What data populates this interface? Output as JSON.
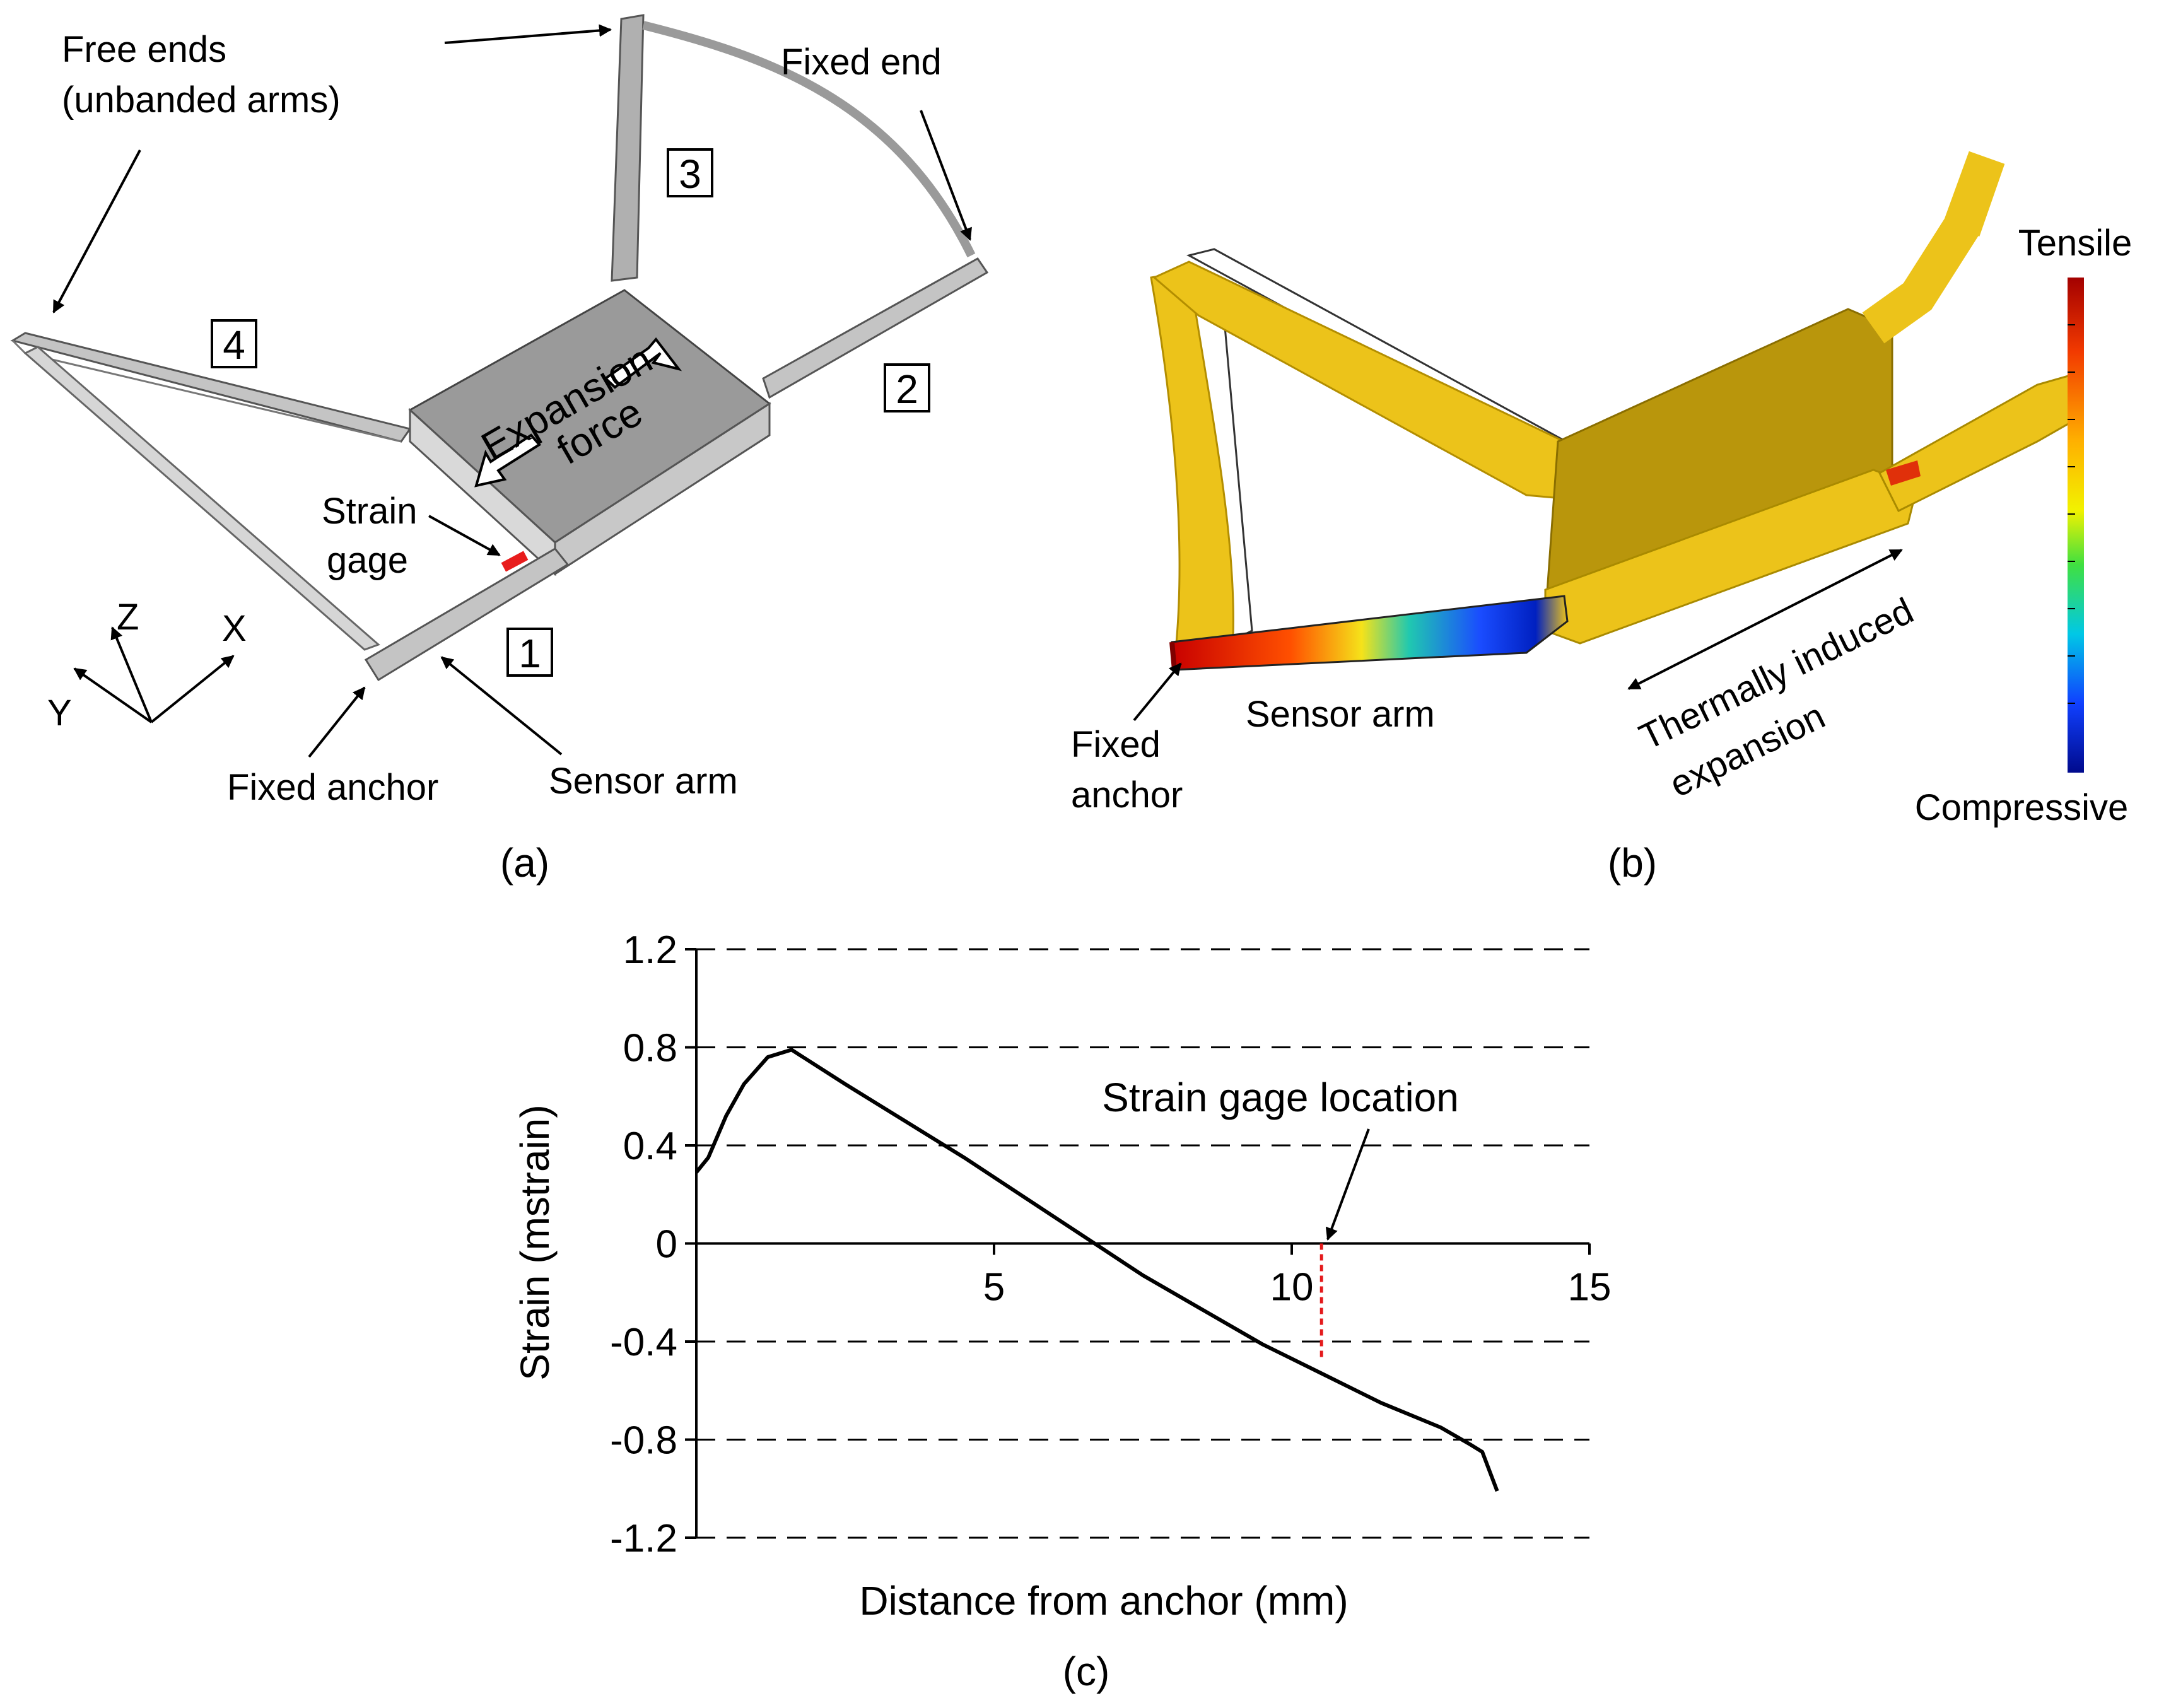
{
  "panel_a": {
    "caption": "(a)",
    "free_ends_line1": "Free ends",
    "free_ends_line2": "(unbanded arms)",
    "fixed_end": "Fixed end",
    "expansion_line1": "Expansion",
    "expansion_line2": "force",
    "strain_gage_line1": "Strain",
    "strain_gage_line2": "gage",
    "fixed_anchor": "Fixed anchor",
    "sensor_arm": "Sensor arm",
    "arm_numbers": [
      "1",
      "2",
      "3",
      "4"
    ],
    "axes": {
      "z": "Z",
      "x": "X",
      "y": "Y"
    },
    "colors": {
      "body": "#9a9a9a",
      "arm": "#c4c4c4",
      "gage": "#e81c1c"
    }
  },
  "panel_b": {
    "caption": "(b)",
    "tensile": "Tensile",
    "compressive": "Compressive",
    "fixed_anchor_line1": "Fixed",
    "fixed_anchor_line2": "anchor",
    "sensor_arm": "Sensor arm",
    "thermal_line1": "Thermally induced",
    "thermal_line2": "expansion",
    "colors": {
      "body": "#b9960c",
      "arm": "#ecc31a",
      "tensile": "#a30000",
      "compressive": "#000a8c"
    }
  },
  "panel_c": {
    "caption": "(c)",
    "annotation": "Strain gage location"
  },
  "chart_data": {
    "type": "line",
    "xlabel": "Distance from anchor (mm)",
    "ylabel": "Strain (mstrain)",
    "xlim": [
      0,
      15
    ],
    "ylim": [
      -1.2,
      1.2
    ],
    "xticks": [
      5,
      10,
      15
    ],
    "yticks": [
      1.2,
      0.8,
      0.4,
      0,
      -0.4,
      -0.8,
      -1.2
    ],
    "ytick_labels": [
      "1.2",
      "0.8",
      "0.4",
      "0",
      "-0.4",
      "-0.8",
      "-1.2"
    ],
    "grid": "dashed horizontal at y ticks",
    "series": [
      {
        "x": [
          0,
          0.2,
          0.5,
          0.8,
          1.2,
          1.6,
          2.5,
          3.5,
          4.5,
          5.5,
          6.5,
          7.5,
          8.5,
          9.5,
          10.5,
          11.5,
          12.5,
          13.0,
          13.2,
          13.45
        ],
        "y": [
          0.29,
          0.35,
          0.52,
          0.65,
          0.76,
          0.79,
          0.65,
          0.5,
          0.35,
          0.19,
          0.03,
          -0.13,
          -0.27,
          -0.41,
          -0.53,
          -0.65,
          -0.75,
          -0.82,
          -0.85,
          -1.01
        ]
      }
    ],
    "marker_line": {
      "x": 10.5,
      "y_from": 0,
      "y_to": -0.48,
      "color": "#e41a1c",
      "style": "dashed"
    }
  }
}
